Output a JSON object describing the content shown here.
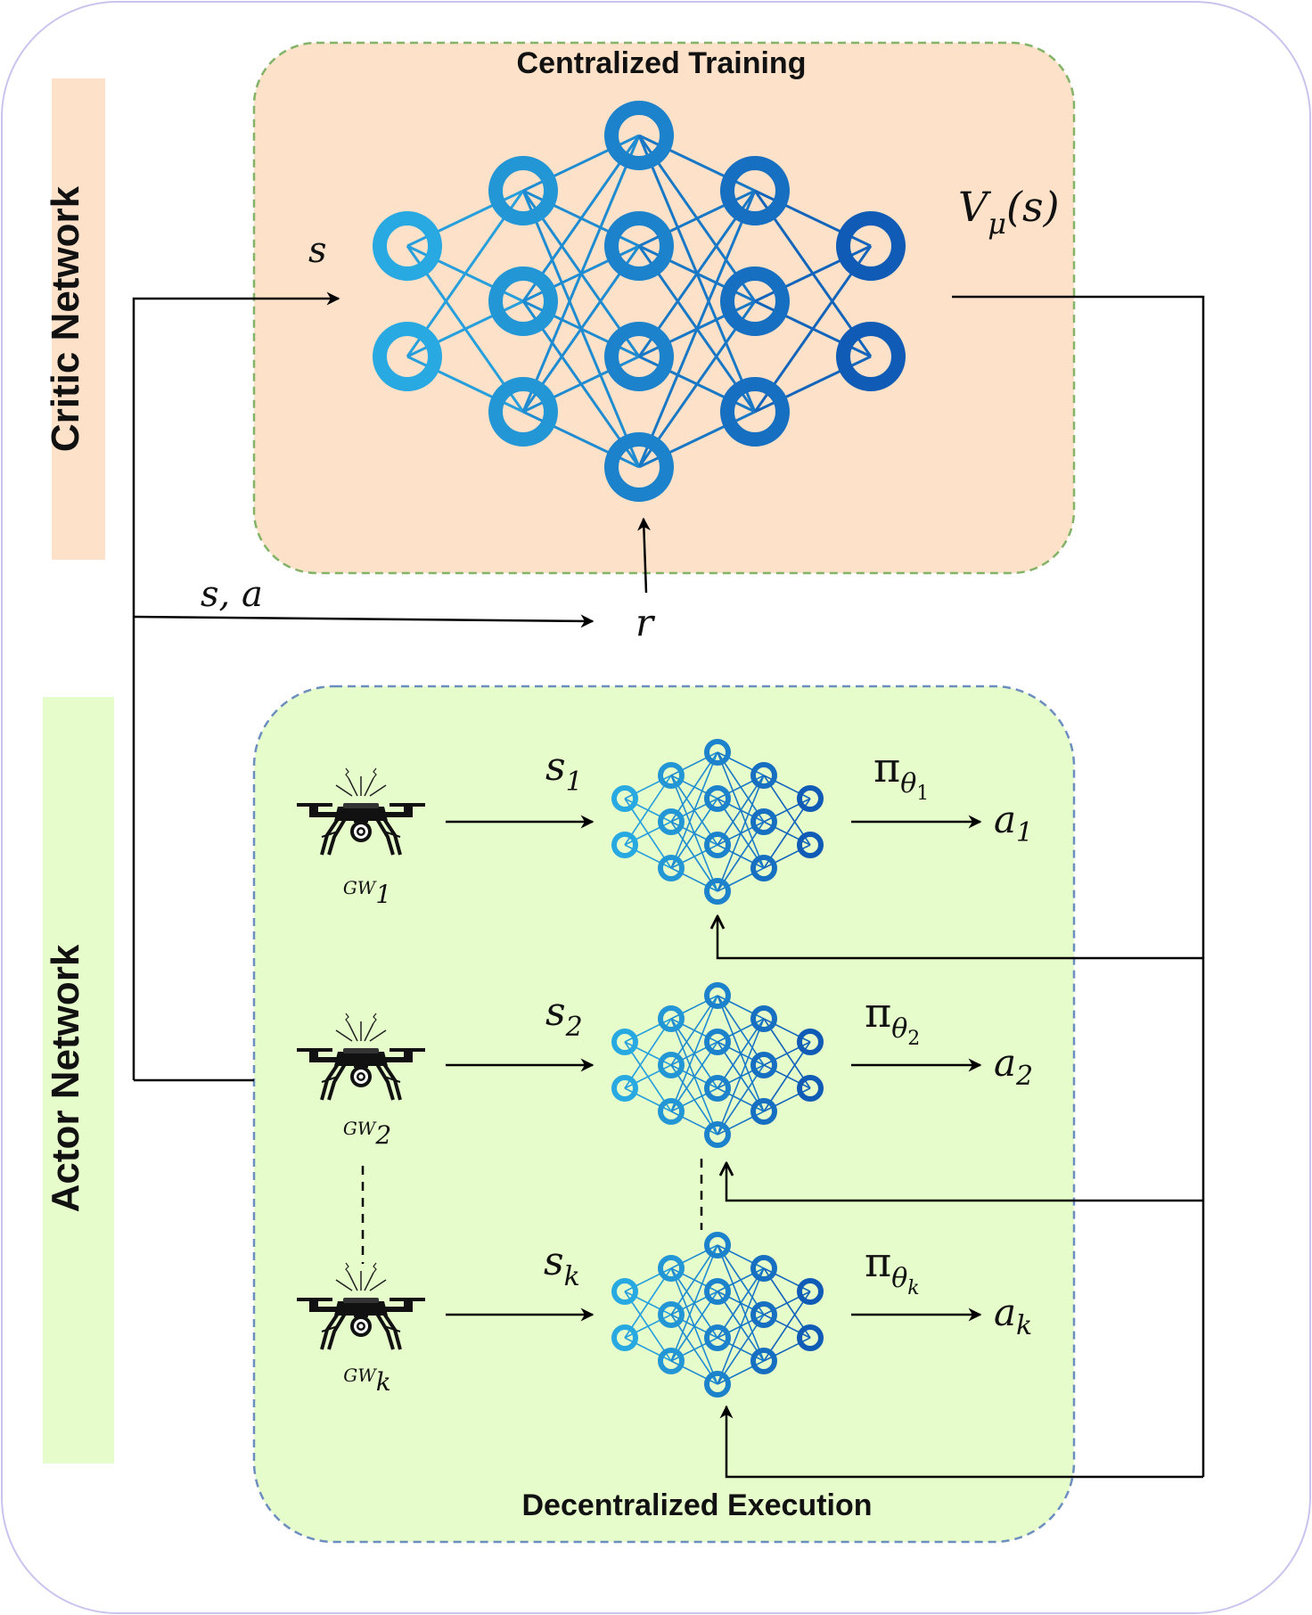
{
  "colors": {
    "outer_border": "#c9c4ee",
    "critic_band": "#fde1c8",
    "actor_band": "#e6fccb",
    "critic_box_fill": "#fde1c8",
    "critic_box_border": "#82b366",
    "actor_box_fill": "#e6fccb",
    "actor_box_border": "#6c8ebf",
    "node_light": "#29a9e1",
    "node_dark": "#0f5bb5",
    "arrow": "#000000"
  },
  "labels": {
    "critic_network": "Critic Network",
    "actor_network": "Actor Network",
    "centralized_training": "Centralized Training",
    "decentralized_execution": "Decentralized Execution"
  },
  "math": {
    "critic_input": "s",
    "critic_output_V": "V",
    "critic_output_sub": "μ",
    "critic_output_arg": "(s)",
    "state_action": "s, a",
    "reward": "r"
  },
  "agents": [
    {
      "gw_base": "GW",
      "gw_sub": "1",
      "state": "s",
      "state_sub": "1",
      "policy": "π",
      "policy_sub": "θ",
      "policy_subsub": "1",
      "action": "a",
      "action_sub": "1",
      "icon": "drone-icon"
    },
    {
      "gw_base": "GW",
      "gw_sub": "2",
      "state": "s",
      "state_sub": "2",
      "policy": "π",
      "policy_sub": "θ",
      "policy_subsub": "2",
      "action": "a",
      "action_sub": "2",
      "icon": "drone-icon"
    },
    {
      "gw_base": "GW",
      "gw_sub": "k",
      "state": "s",
      "state_sub": "k",
      "policy": "π",
      "policy_sub": "θ",
      "policy_subsub": "k",
      "action": "a",
      "action_sub": "k",
      "icon": "drone-icon"
    }
  ]
}
